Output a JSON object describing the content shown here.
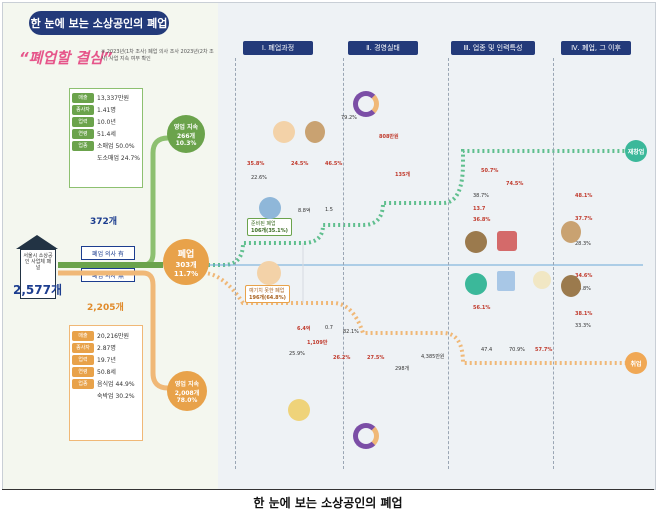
{
  "header": {
    "title": "한 눈에 보는 소상공인의 폐업",
    "subtitle": "“폐업할 결심”",
    "note": "※ 2023년(1차 조사) 폐업 의사 조사 2023년(2차 조사) 사업 지속 여부 확인"
  },
  "left_panel": {
    "house": {
      "label": "서울시 소상공인 사업체 패널",
      "total": "2,577개"
    },
    "counts": {
      "upper": "372개",
      "lower": "2,205개"
    },
    "flow_labels": {
      "will_close": "폐업 의사 有",
      "no_close": "폐업 의사 無"
    },
    "green_stats": [
      {
        "key": "매출",
        "value": "13,337만원"
      },
      {
        "key": "종사자",
        "value": "1.41명"
      },
      {
        "key": "업력",
        "value": "10.0년"
      },
      {
        "key": "연령",
        "value": "51.4세"
      },
      {
        "key": "업종",
        "value": "소매업 50.0%"
      },
      {
        "key": "",
        "value": "도소매업 24.7%"
      }
    ],
    "orange_stats": [
      {
        "key": "매출",
        "value": "20,216만원"
      },
      {
        "key": "종사자",
        "value": "2.87명"
      },
      {
        "key": "업력",
        "value": "19.7년"
      },
      {
        "key": "연령",
        "value": "50.8세"
      },
      {
        "key": "업종",
        "value": "음식업 44.9%"
      },
      {
        "key": "",
        "value": "숙박업 30.2%"
      }
    ]
  },
  "bubbles": {
    "top": {
      "label": "영업 지속",
      "value": "266개",
      "pct": "10.3%"
    },
    "middle": {
      "label": "폐업",
      "value": "303개",
      "pct": "11.7%"
    },
    "bottom": {
      "label": "영업 지속",
      "value": "2,008개",
      "pct": "78.0%"
    }
  },
  "sections": [
    "Ⅰ. 폐업과정",
    "Ⅱ. 경영실태",
    "Ⅲ. 업종 및 인력특성",
    "Ⅳ. 폐업, 그 이후"
  ],
  "mid_labels": {
    "prepared": "준비된 폐업",
    "prepared_value": "106개(35.1%)",
    "unprepared": "예기치 못한 폐업",
    "unprepared_value": "196개(64.8%)"
  },
  "green_track_stats": [
    "35.8%",
    "24.5%",
    "46.5%",
    "22.6%",
    "8.8억",
    "1.5",
    "79.2%",
    "808만원",
    "135개",
    "50.7%",
    "74.5%",
    "48.1%",
    "38.7%",
    "13.7",
    "36.8%",
    "56.1%",
    "37.7%",
    "28.3%"
  ],
  "orange_track_stats": [
    "6.4억",
    "0.7",
    "1,109만",
    "82.1%",
    "25.9%",
    "26.2%",
    "27.5%",
    "4,385만원",
    "298개",
    "47.4",
    "70.9%",
    "57.7%",
    "34.6%",
    "28.8%",
    "38.1%",
    "33.3%"
  ],
  "endcaps": {
    "reopen": "재창업",
    "close": "취업"
  },
  "caption": "한 눈에 보는 소상공인의 폐업",
  "colors": {
    "navy": "#233a7a",
    "green": "#6ba34c",
    "orange": "#e8a24a",
    "pink": "#e6558a",
    "teal": "#3bb89a"
  }
}
